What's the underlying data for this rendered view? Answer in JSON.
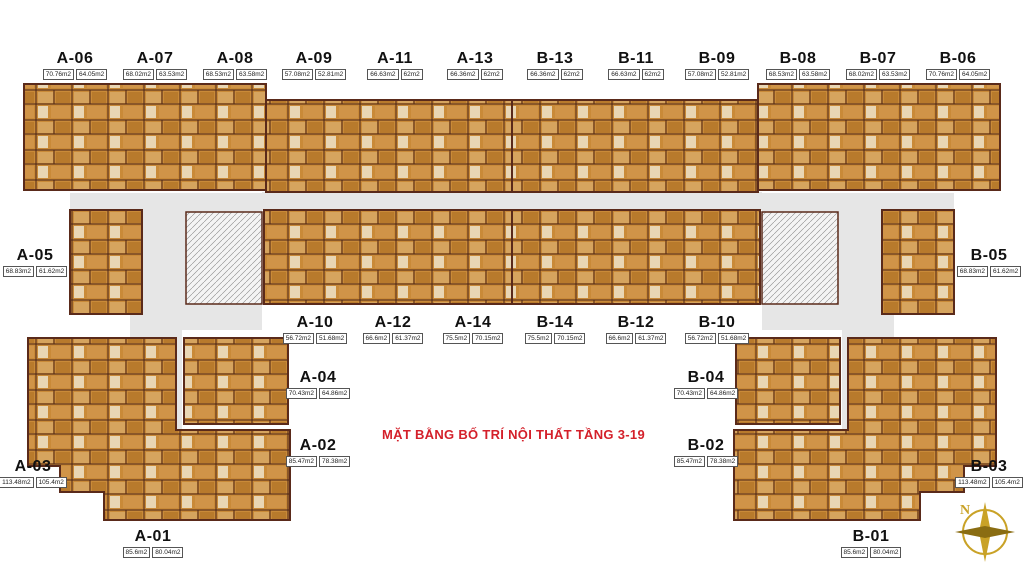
{
  "title": "MẶT BẰNG BỐ TRÍ NỘI THẤT TẦNG 3-19",
  "units": [
    {
      "code": "A-06",
      "a1": "70.76m2",
      "a2": "64.05m2"
    },
    {
      "code": "A-07",
      "a1": "68.02m2",
      "a2": "63.53m2"
    },
    {
      "code": "A-08",
      "a1": "68.53m2",
      "a2": "63.58m2"
    },
    {
      "code": "A-09",
      "a1": "57.08m2",
      "a2": "52.81m2"
    },
    {
      "code": "A-11",
      "a1": "66.63m2",
      "a2": "62m2"
    },
    {
      "code": "A-13",
      "a1": "66.36m2",
      "a2": "62m2"
    },
    {
      "code": "B-13",
      "a1": "66.36m2",
      "a2": "62m2"
    },
    {
      "code": "B-11",
      "a1": "66.63m2",
      "a2": "62m2"
    },
    {
      "code": "B-09",
      "a1": "57.08m2",
      "a2": "52.81m2"
    },
    {
      "code": "B-08",
      "a1": "68.53m2",
      "a2": "63.58m2"
    },
    {
      "code": "B-07",
      "a1": "68.02m2",
      "a2": "63.53m2"
    },
    {
      "code": "B-06",
      "a1": "70.76m2",
      "a2": "64.05m2"
    },
    {
      "code": "A-05",
      "a1": "68.83m2",
      "a2": "61.62m2"
    },
    {
      "code": "B-05",
      "a1": "68.83m2",
      "a2": "61.62m2"
    },
    {
      "code": "A-10",
      "a1": "56.72m2",
      "a2": "51.68m2"
    },
    {
      "code": "A-12",
      "a1": "66.6m2",
      "a2": "61.37m2"
    },
    {
      "code": "A-14",
      "a1": "75.5m2",
      "a2": "70.15m2"
    },
    {
      "code": "B-14",
      "a1": "75.5m2",
      "a2": "70.15m2"
    },
    {
      "code": "B-12",
      "a1": "66.6m2",
      "a2": "61.37m2"
    },
    {
      "code": "B-10",
      "a1": "56.72m2",
      "a2": "51.68m2"
    },
    {
      "code": "A-04",
      "a1": "70.43m2",
      "a2": "64.86m2"
    },
    {
      "code": "B-04",
      "a1": "70.43m2",
      "a2": "64.86m2"
    },
    {
      "code": "A-02",
      "a1": "85.47m2",
      "a2": "78.38m2"
    },
    {
      "code": "B-02",
      "a1": "85.47m2",
      "a2": "78.38m2"
    },
    {
      "code": "A-03",
      "a1": "113.48m2",
      "a2": "105.4m2"
    },
    {
      "code": "B-03",
      "a1": "113.48m2",
      "a2": "105.4m2"
    },
    {
      "code": "A-01",
      "a1": "85.6m2",
      "a2": "80.04m2"
    },
    {
      "code": "B-01",
      "a1": "85.6m2",
      "a2": "80.04m2"
    }
  ],
  "colors": {
    "floor": "#c98a38",
    "corridor": "#e6e6e6",
    "wall": "#5a2a1a",
    "text": "#111111",
    "title": "#d4202a"
  },
  "compass": {
    "letter": "N"
  }
}
